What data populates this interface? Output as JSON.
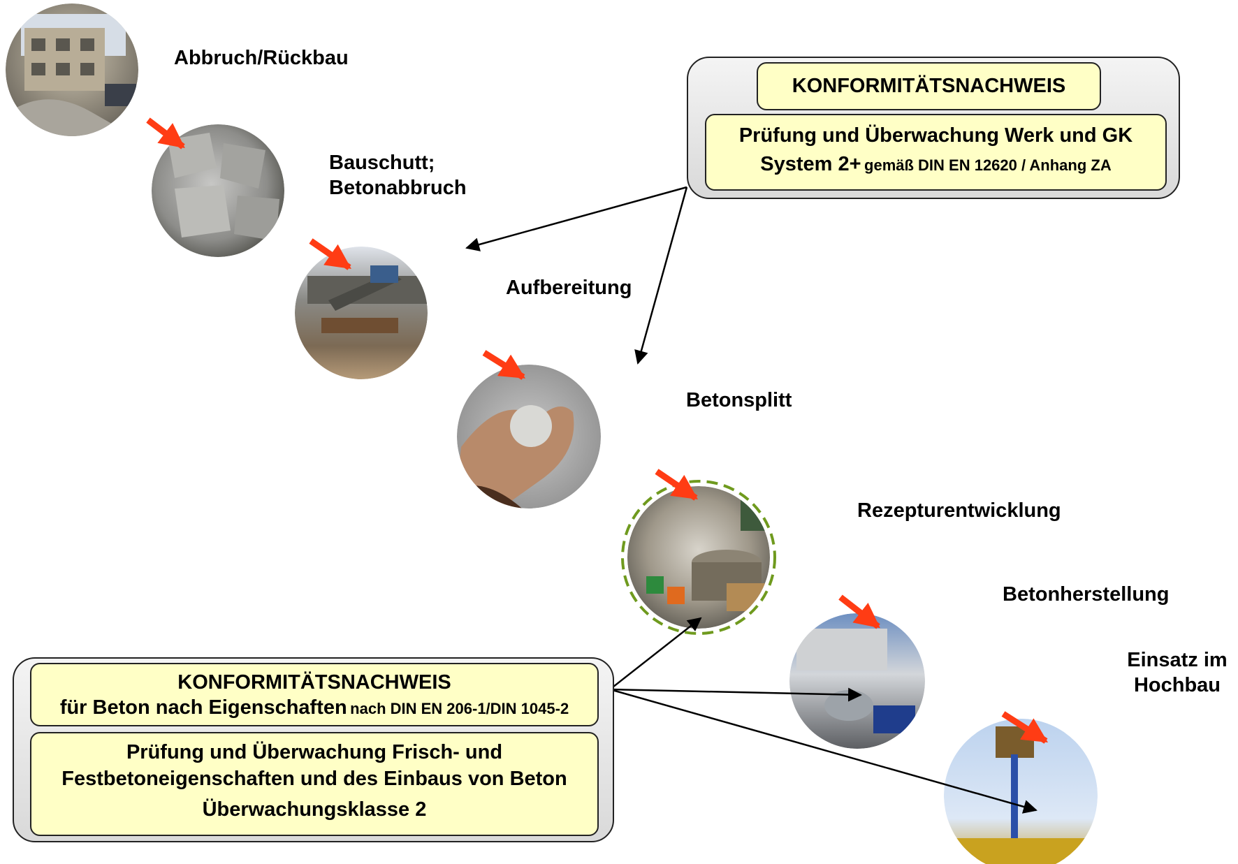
{
  "stages": {
    "abbruch": "Abbruch/Rückbau",
    "bauschutt_1": "Bauschutt;",
    "bauschutt_2": "Betonabbruch",
    "aufbereitung": "Aufbereitung",
    "betonsplitt": "Betonsplitt",
    "rezeptur": "Rezepturentwicklung",
    "betonherstellung": "Betonherstellung",
    "einsatz_1": "Einsatz im",
    "einsatz_2": "Hochbau"
  },
  "top_box": {
    "title": "KONFORMITÄTSNACHWEIS",
    "line1": "Prüfung und Überwachung Werk und GK",
    "line2_big": "System 2+",
    "line2_small": "gemäß DIN EN 12620 / Anhang ZA"
  },
  "bottom_box": {
    "title": "KONFORMITÄTSNACHWEIS",
    "line1_big": "für Beton nach Eigenschaften",
    "line1_small": "nach DIN EN 206-1/DIN 1045-2",
    "line2": "Prüfung und Überwachung Frisch- und",
    "line3": "Festbetoneigenschaften und des Einbaus von Beton",
    "line4": "Überwachungsklasse 2"
  },
  "colors": {
    "flow_arrow": "#ff3c14",
    "link_arrow": "#000000",
    "dashed_ring": "#6f9a1e",
    "box_fill": "#ffffc6"
  }
}
